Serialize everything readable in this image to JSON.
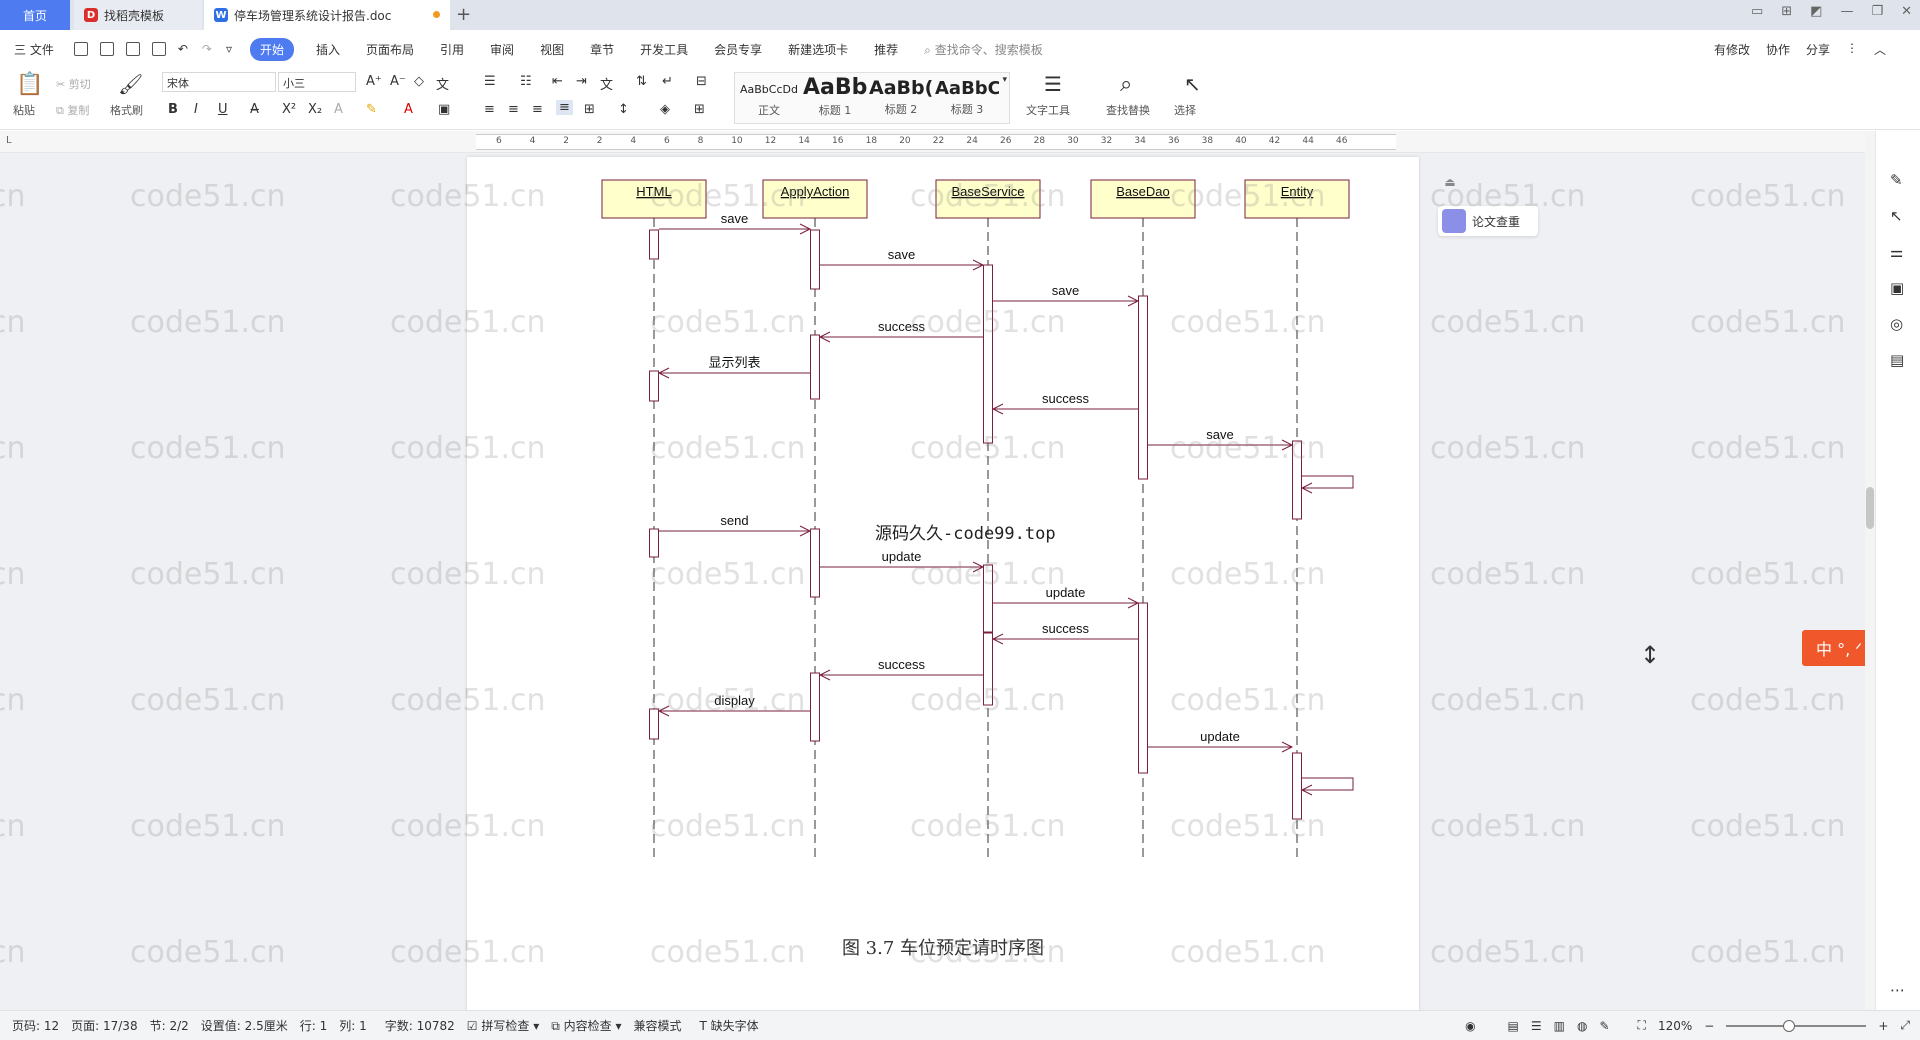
{
  "tabs": {
    "home": "首页",
    "templates": "找稻壳模板",
    "document": "停车场管理系统设计报告.doc",
    "add": "+"
  },
  "menu": {
    "file": "三 文件",
    "items": [
      "开始",
      "插入",
      "页面布局",
      "引用",
      "审阅",
      "视图",
      "章节",
      "开发工具",
      "会员专享",
      "新建选项卡",
      "推荐"
    ],
    "search_placeholder": "查找命令、搜索模板",
    "right": [
      "有修改",
      "协作",
      "分享"
    ]
  },
  "ribbon": {
    "paste": "粘贴",
    "cut": "剪切",
    "copy": "复制",
    "format_painter": "格式刷",
    "font_name": "宋体",
    "font_size": "小三",
    "styles": [
      {
        "sample": "AaBbCcDd",
        "name": "正文"
      },
      {
        "sample": "AaBb",
        "name": "标题 1"
      },
      {
        "sample": "AaBb(",
        "name": "标题 2"
      },
      {
        "sample": "AaBbC",
        "name": "标题 3"
      }
    ],
    "text_tools": "文字工具",
    "find_replace": "查找替换",
    "select": "选择"
  },
  "ruler": {
    "ticks": [
      "6",
      "4",
      "2",
      "2",
      "4",
      "6",
      "8",
      "10",
      "12",
      "14",
      "16",
      "18",
      "20",
      "22",
      "24",
      "26",
      "28",
      "30",
      "32",
      "34",
      "36",
      "38",
      "40",
      "42",
      "44",
      "46"
    ]
  },
  "diagram": {
    "lifelines": [
      "HTML",
      "ApplyAction",
      "BaseService",
      "BaseDao",
      "Entity"
    ],
    "messages": [
      {
        "label": "save"
      },
      {
        "label": "save"
      },
      {
        "label": "save"
      },
      {
        "label": "success"
      },
      {
        "label": "显示列表"
      },
      {
        "label": "success"
      },
      {
        "label": "save"
      },
      {
        "label": "send"
      },
      {
        "label": "update"
      },
      {
        "label": "update"
      },
      {
        "label": "success"
      },
      {
        "label": "success"
      },
      {
        "label": "display"
      },
      {
        "label": "update"
      }
    ],
    "overlay_text": "源码久久-code99.top",
    "caption": "图  3.7  车位预定请时序图"
  },
  "watermark": "code51.cn",
  "side_panel": {
    "paper_check": "论文查重"
  },
  "ime": "中 °, ᐟ",
  "status": {
    "page_num": "页码: 12",
    "pages": "页面: 17/38",
    "section": "节: 2/2",
    "setting": "设置值: 2.5厘米",
    "row": "行: 1",
    "col": "列: 1",
    "words": "字数: 10782",
    "spell": "拼写检查",
    "content": "内容检查",
    "compat": "兼容模式",
    "missing_font": "缺失字体",
    "zoom": "120%",
    "zoom_fraction": 0.45
  }
}
